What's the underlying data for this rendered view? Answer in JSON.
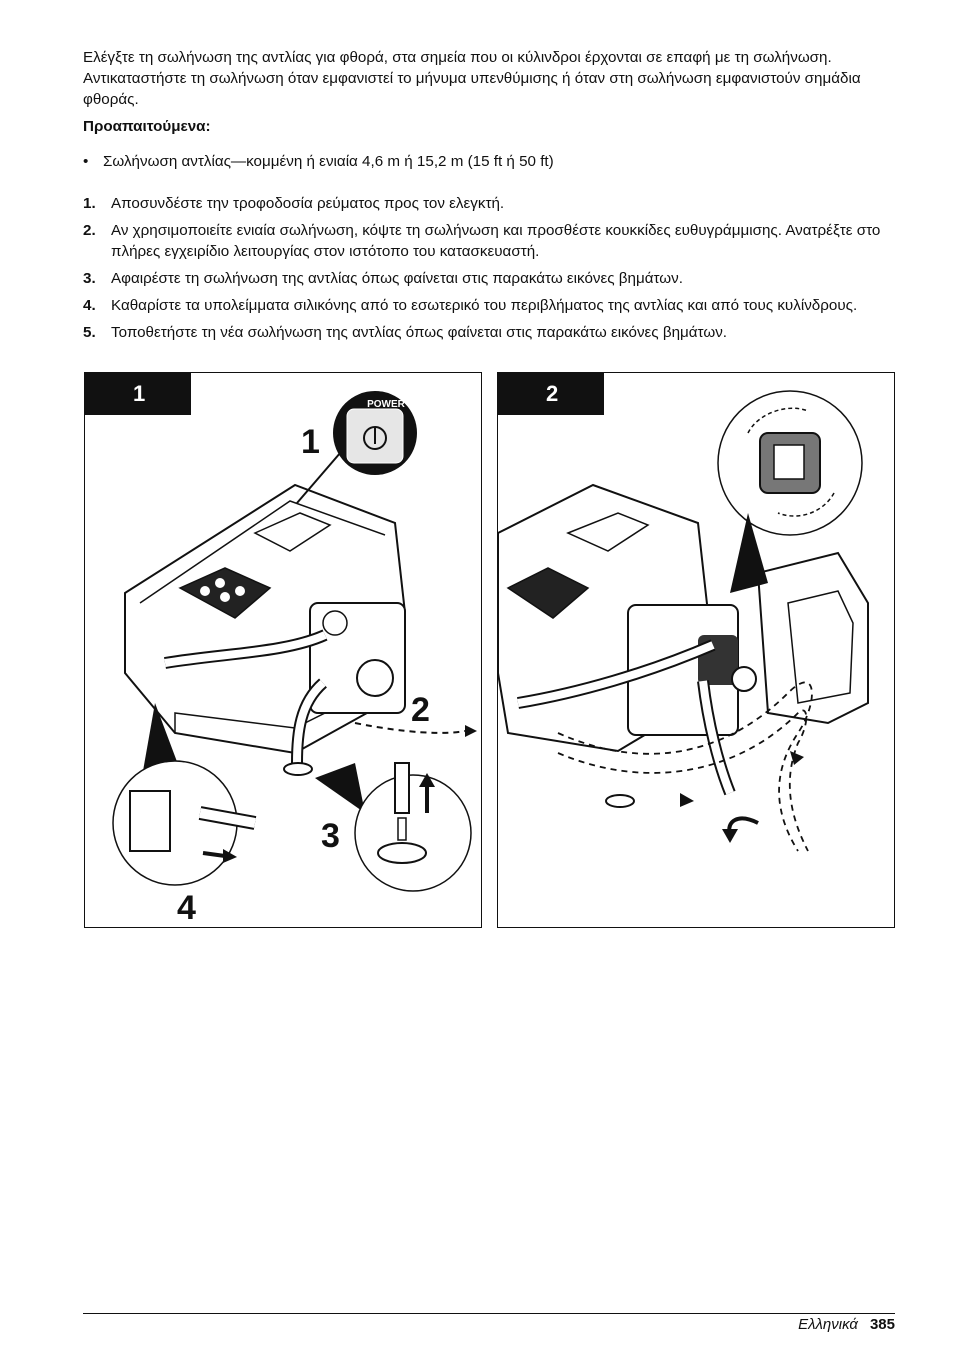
{
  "intro": "Ελέγξτε τη σωλήνωση της αντλίας για φθορά, στα σημεία που οι κύλινδροι έρχονται σε επαφή με τη σωλήνωση. Αντικαταστήστε τη σωλήνωση όταν εμφανιστεί το μήνυμα υπενθύμισης ή όταν στη σωλήνωση εμφανιστούν σημάδια φθοράς.",
  "prerequisites_label": "Προαπαιτούμενα:",
  "prerequisites": [
    "Σωλήνωση αντλίας—κομμένη ή ενιαία 4,6 m ή 15,2 m (15 ft ή 50 ft)"
  ],
  "bullet_symbol": "•",
  "steps": [
    {
      "num": "1.",
      "text": "Αποσυνδέστε την τροφοδοσία ρεύματος προς τον ελεγκτή."
    },
    {
      "num": "2.",
      "text": "Αν χρησιμοποιείτε ενιαία σωλήνωση, κόψτε τη σωλήνωση και προσθέστε κουκκίδες ευθυγράμμισης. Ανατρέξτε στο πλήρες εγχειρίδιο λειτουργίας στον ιστότοπο του κατασκευαστή."
    },
    {
      "num": "3.",
      "text": "Αφαιρέστε τη σωλήνωση της αντλίας όπως φαίνεται στις παρακάτω εικόνες βημάτων."
    },
    {
      "num": "4.",
      "text": "Καθαρίστε τα υπολείμματα σιλικόνης από το εσωτερικό του περιβλήματος της αντλίας και από τους κυλίνδρους."
    },
    {
      "num": "5.",
      "text": "Τοποθετήστε τη νέα σωλήνωση της αντλίας όπως φαίνεται στις παρακάτω εικόνες βημάτων."
    }
  ],
  "figure": {
    "panels": [
      {
        "tab": "1",
        "power_label": "POWER",
        "callouts": [
          "1",
          "2",
          "3",
          "4"
        ]
      },
      {
        "tab": "2"
      }
    ]
  },
  "footer": {
    "language": "Ελληνικά",
    "page": "385"
  }
}
